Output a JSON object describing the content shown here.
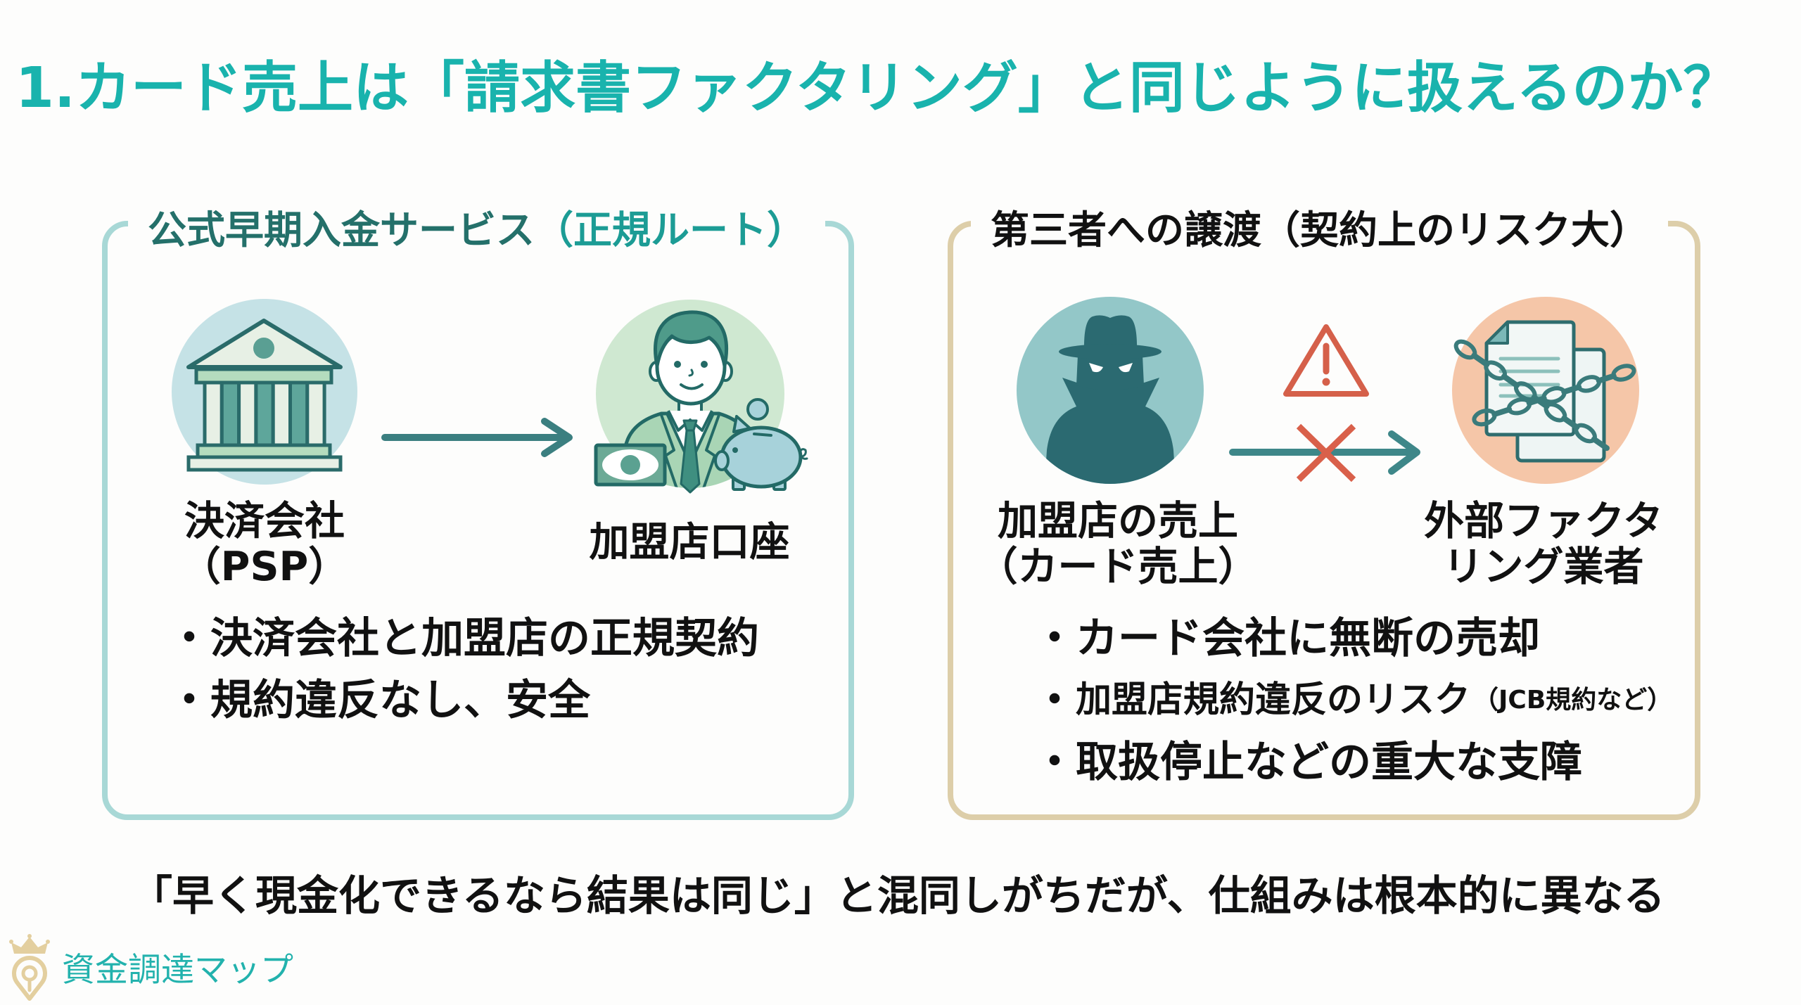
{
  "title": "1.カード売上は「請求書ファクタリング」と同じように扱えるのか？",
  "bullet_marker": "・",
  "colors": {
    "title": "#19b3ad",
    "left_panel_border": "#a8d8d6",
    "right_panel_border": "#ddcea9",
    "left_heading_main": "#24706a",
    "left_heading_sub": "#1c9c95",
    "text": "#111111",
    "flow_arrow": "#3b7f80",
    "warning_red": "#d5604a",
    "logo_text": "#22b2ad",
    "logo_icon": "#e3cf9f"
  },
  "left_panel": {
    "heading_main": "公式早期入金サービス",
    "heading_sub": "（正規ルート）",
    "source": {
      "icon": "bank-icon",
      "label_lines": [
        "決済会社",
        "（PSP）"
      ]
    },
    "flow_icon": "arrow-right-icon",
    "destination": {
      "icon": "businessman-with-cash-and-piggy-bank-icon",
      "label": "加盟店口座"
    },
    "bullets": [
      {
        "text": "決済会社と加盟店の正規契約"
      },
      {
        "text": "規約違反なし、安全"
      }
    ]
  },
  "right_panel": {
    "heading": "第三者への譲渡（契約上のリスク大）",
    "source": {
      "icon": "spy-icon",
      "label_lines": [
        "加盟店の売上",
        "（カード売上）"
      ]
    },
    "warning_icon": "warning-triangle-icon",
    "flow_icon": "blocked-arrow-icon",
    "destination": {
      "icon": "chained-documents-icon",
      "label_lines": [
        "外部ファクタ",
        "リング業者"
      ]
    },
    "bullets": [
      {
        "text": "カード会社に無断の売却"
      },
      {
        "text": "加盟店規約違反のリスク",
        "note": "（JCB規約など）"
      },
      {
        "text": "取扱停止などの重大な支障"
      }
    ]
  },
  "footer_note": "「早く現金化できるなら結果は同じ」と混同しがちだが、仕組みは根本的に異なる",
  "logo": {
    "icon": "crown-pin-icon",
    "text": "資金調達マップ"
  }
}
